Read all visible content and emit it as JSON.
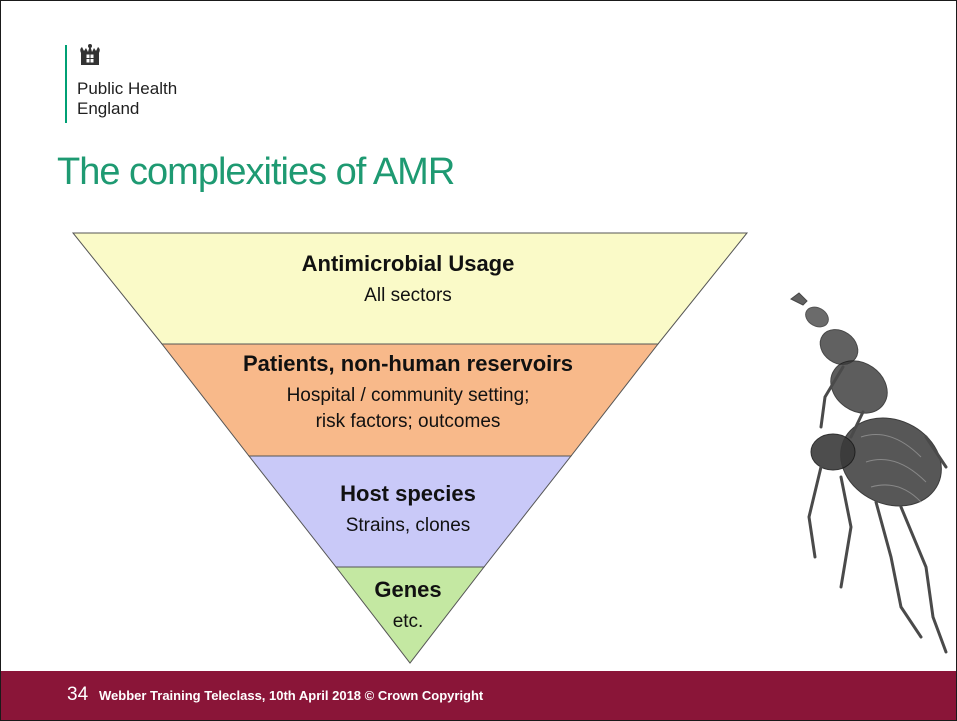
{
  "header": {
    "org_line1": "Public Health",
    "org_line2": "England",
    "crest_icon": "royal-coat-of-arms-icon",
    "accent_color": "#00a074"
  },
  "title": "The complexities of AMR",
  "title_color": "#1e9a72",
  "pyramid": {
    "layers": [
      {
        "heading": "Antimicrobial Usage",
        "lines": [
          "All sectors"
        ],
        "color": "#fafac8"
      },
      {
        "heading": "Patients, non-human reservoirs",
        "lines": [
          "Hospital / community setting;",
          "risk factors; outcomes"
        ],
        "color": "#f8b98a"
      },
      {
        "heading": "Host species",
        "lines": [
          "Strains, clones"
        ],
        "color": "#c9c9f8"
      },
      {
        "heading": "Genes",
        "lines": [
          "etc."
        ],
        "color": "#c4e8a2"
      }
    ]
  },
  "illustration": {
    "icon": "flea-icon"
  },
  "footer": {
    "slide_number": "34",
    "text": "Webber Training Teleclass, 10th April 2018 © Crown Copyright",
    "color": "#8a1538"
  }
}
